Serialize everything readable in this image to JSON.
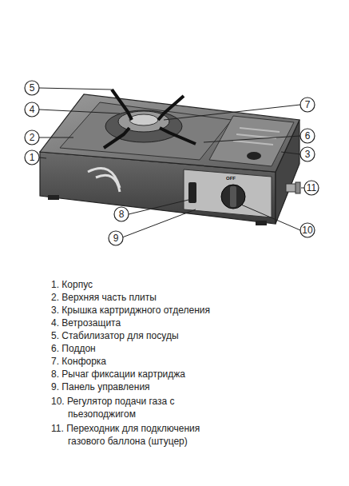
{
  "diagram": {
    "labels": [
      "1",
      "2",
      "3",
      "4",
      "5",
      "6",
      "7",
      "8",
      "9",
      "10",
      "11",
      "OFF",
      "1. Корпус",
      "2. Верхняя часть плиты",
      "3. Крышка картриджного отделения",
      "4. Ветрозащита",
      "5. Стабилизатор для посуды",
      "6. Поддон",
      "7. Конфорка",
      "8. Рычаг фиксации картриджа",
      "9. Панель управления",
      "10. Регулятор подачи газа с пьезоподжигом",
      "11. Переходник для подключения газового баллона (штуцер)"
    ]
  }
}
